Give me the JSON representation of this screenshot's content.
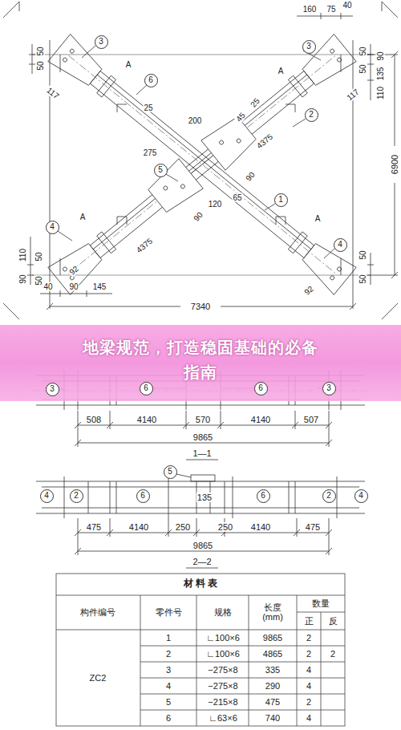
{
  "diagram": {
    "title": "地梁规范，打造稳固基础的必备指南",
    "nodes": [
      {
        "text": [
          "3"
        ]
      },
      {
        "text": [
          "6"
        ]
      },
      {
        "text": [
          "3"
        ]
      },
      {
        "text": [
          "2"
        ]
      },
      {
        "text": [
          "5"
        ]
      },
      {
        "text": [
          "4"
        ]
      },
      {
        "text": [
          "1"
        ]
      },
      {
        "text": [
          "4"
        ]
      },
      {
        "text": [
          "3"
        ]
      },
      {
        "text": [
          "6"
        ]
      },
      {
        "text": [
          "6"
        ]
      },
      {
        "text": [
          "3"
        ]
      },
      {
        "text": [
          "5"
        ]
      },
      {
        "text": [
          "4"
        ]
      },
      {
        "text": [
          "2"
        ]
      },
      {
        "text": [
          "6"
        ]
      },
      {
        "text": [
          "6"
        ]
      },
      {
        "text": [
          "2"
        ]
      },
      {
        "text": [
          "4"
        ]
      }
    ],
    "labels": [
      "50",
      "50",
      "117",
      "A",
      "25",
      "200",
      "45",
      "25",
      "275",
      "90",
      "120",
      "65",
      "90",
      "4375",
      "4375",
      "A",
      "A",
      "A",
      "160",
      "75",
      "40",
      "50",
      "50",
      "110",
      "135",
      "90",
      "117",
      "6900",
      "90",
      "110",
      "50",
      "50",
      "40",
      "90",
      "145",
      "92",
      "92",
      "50",
      "50",
      "7340",
      "508",
      "4140",
      "570",
      "4140",
      "507",
      "9865",
      "1—1",
      "135",
      "475",
      "4140",
      "250",
      "250",
      "4140",
      "475",
      "9865",
      "2—2",
      "材 料 表",
      "构件编号",
      "零件号",
      "规格",
      "长度 (mm)",
      "数量",
      "正",
      "反",
      "ZC2",
      "1",
      "∟100×6",
      "9865",
      "2",
      "2",
      "∟100×6",
      "4865",
      "2",
      "2",
      "3",
      "−275×8",
      "335",
      "4",
      "4",
      "−275×8",
      "290",
      "4",
      "5",
      "−215×8",
      "475",
      "2",
      "6",
      "∟63×6",
      "740",
      "4"
    ]
  }
}
